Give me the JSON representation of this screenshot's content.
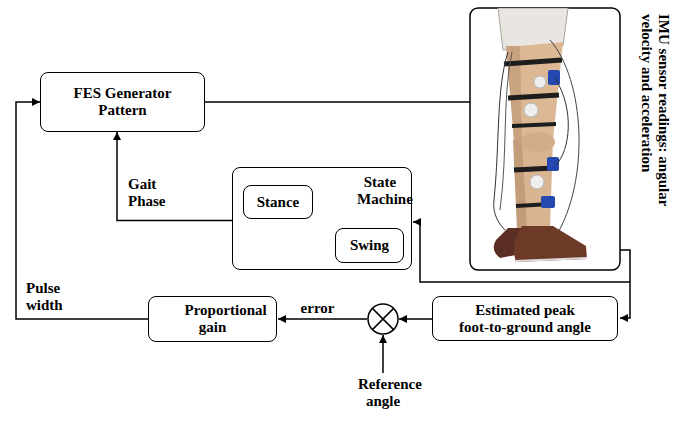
{
  "diagram": {
    "nodes": [
      {
        "text": [
          "FES Generator Pattern"
        ]
      },
      {
        "text": [
          "State Machine"
        ]
      },
      {
        "text": [
          "Stance"
        ],
        "in": 1
      },
      {
        "text": [
          "Swing"
        ],
        "in": 1
      },
      {
        "text": [
          "Proportional gain"
        ]
      },
      {
        "text": [
          "Estimated peak foot-to-ground angle"
        ]
      }
    ],
    "edges": [
      {
        "from": 1,
        "to": 0,
        "arrow": "to",
        "label": "Gait Phase"
      },
      {
        "from": 2,
        "to": 3,
        "arrow": "to"
      },
      {
        "from": 3,
        "to": 2,
        "arrow": "to"
      },
      {
        "from": 4,
        "to": 0,
        "arrow": "to",
        "label": "Pulse width"
      }
    ],
    "labels": [
      "error",
      "Reference angle",
      "IMU sensor readings: angular velocity and acceleration"
    ]
  }
}
